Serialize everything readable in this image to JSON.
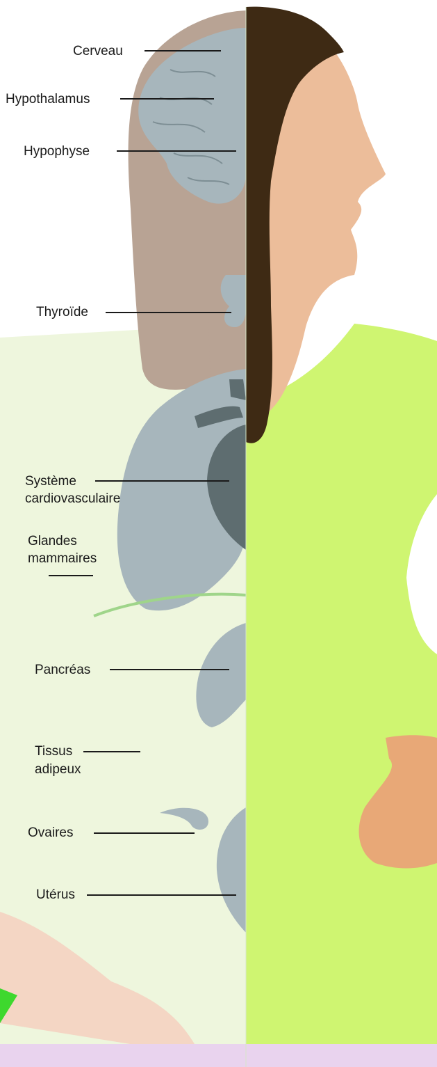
{
  "colors": {
    "background": "#ffffff",
    "left_body_tint": "#eef6dd",
    "right_body_skin": "#ecbd9a",
    "right_body_shirt": "#cff571",
    "hair": "#3e2a14",
    "head_silhouette": "#b8a394",
    "organ": "#a7b6bc",
    "organ_dark": "#5e6d70",
    "hand_skin": "#e8a877",
    "bottom_band": "#e9d3ee",
    "divider_line": "#1a1a1a"
  },
  "labels": {
    "cerveau": "Cerveau",
    "hypothalamus": "Hypothalamus",
    "hypophyse": "Hypophyse",
    "thyroide": "Thyroïde",
    "systeme_l1": "Système",
    "systeme_l2": "cardiovasculaire",
    "glandes_l1": "Glandes",
    "glandes_l2": "mammaires",
    "pancreas": "Pancréas",
    "tissus_l1": "Tissus",
    "tissus_l2": "adipeux",
    "ovaires": "Ovaires",
    "uterus": "Utérus"
  }
}
